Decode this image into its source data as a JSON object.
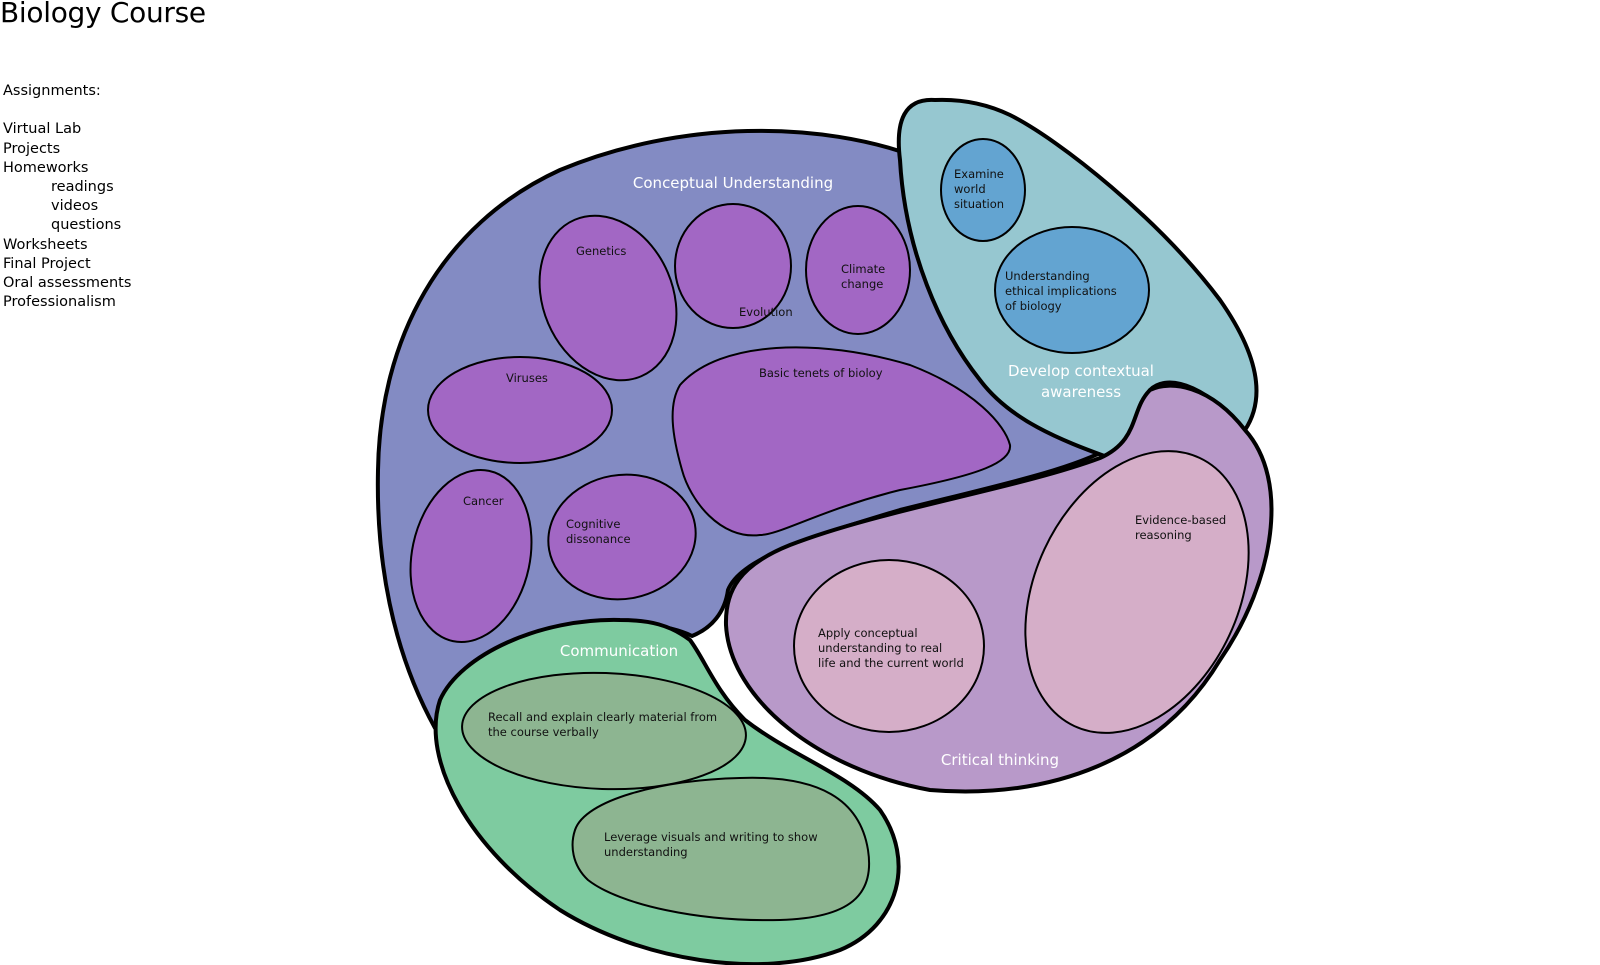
{
  "title": "Biology Course",
  "assignments": {
    "heading": "Assignments:",
    "items": [
      {
        "label": "Virtual Lab",
        "level": 0
      },
      {
        "label": "Projects",
        "level": 0
      },
      {
        "label": "Homeworks",
        "level": 0
      },
      {
        "label": "readings",
        "level": 1
      },
      {
        "label": "videos",
        "level": 1
      },
      {
        "label": "questions",
        "level": 1
      },
      {
        "label": "Worksheets",
        "level": 0
      },
      {
        "label": "Final Project",
        "level": 0
      },
      {
        "label": "Oral assessments",
        "level": 0
      },
      {
        "label": "Professionalism",
        "level": 0
      }
    ]
  },
  "diagram": {
    "colors": {
      "conceptual": "#838bc3",
      "conceptual_inner": "#a267c4",
      "contextual": "#96c7d0",
      "contextual_inner": "#63a4d1",
      "critical": "#b899c9",
      "critical_inner": "#d5aec8",
      "communication": "#7ecba0",
      "communication_inner": "#8db591"
    },
    "conceptual": {
      "label": "Conceptual Understanding",
      "items": {
        "genetics": "Genetics",
        "evolution": "Evolution",
        "climate_1": "Climate",
        "climate_2": "change",
        "viruses": "Viruses",
        "basic_tenets": "Basic tenets of bioloy",
        "cancer": "Cancer",
        "cognitive_1": "Cognitive",
        "cognitive_2": "dissonance"
      }
    },
    "contextual": {
      "label_1": "Develop contextual",
      "label_2": "awareness",
      "items": {
        "examine_1": "Examine",
        "examine_2": "world",
        "examine_3": "situation",
        "ethical_1": "Understanding",
        "ethical_2": "ethical implications",
        "ethical_3": "of biology"
      }
    },
    "critical": {
      "label": "Critical thinking",
      "items": {
        "evidence_1": "Evidence-based",
        "evidence_2": "reasoning",
        "apply_1": "Apply conceptual",
        "apply_2": "understanding to real",
        "apply_3": "life and the current world"
      }
    },
    "communication": {
      "label": "Communication",
      "items": {
        "recall_1": "Recall and explain clearly material from",
        "recall_2": "the course verbally",
        "leverage_1": "Leverage visuals and writing to show",
        "leverage_2": "understanding"
      }
    }
  }
}
